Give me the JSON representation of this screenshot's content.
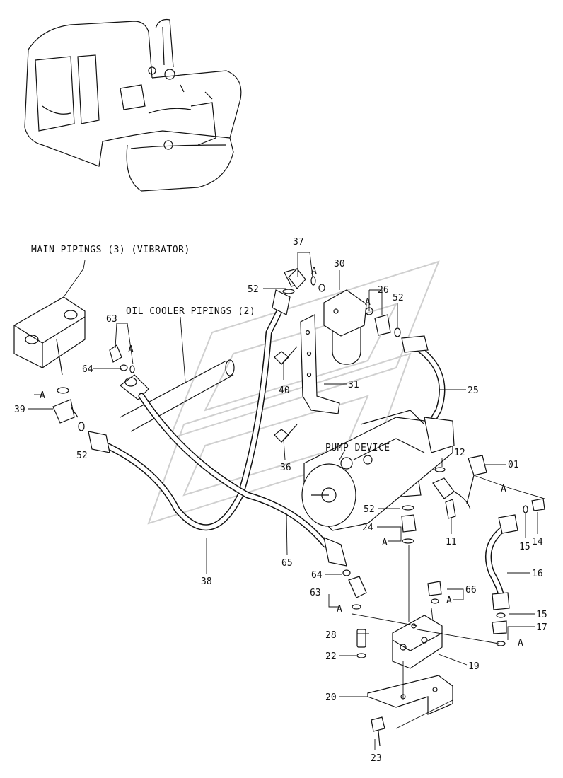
{
  "callouts": {
    "main_pipings": "MAIN PIPINGS (3) (VIBRATOR)",
    "oil_cooler_pipings": "OIL COOLER PIPINGS (2)",
    "pump_device": "PUMP DEVICE"
  },
  "part_numbers": {
    "p01": "01",
    "p11": "11",
    "p12": "12",
    "p14": "14",
    "p15a": "15",
    "p15b": "15",
    "p16": "16",
    "p17": "17",
    "p19": "19",
    "p20": "20",
    "p22": "22",
    "p23": "23",
    "p24": "24",
    "p25": "25",
    "p26": "26",
    "p28": "28",
    "p30": "30",
    "p31": "31",
    "p36": "36",
    "p37": "37",
    "p38": "38",
    "p39": "39",
    "p40": "40",
    "p52a": "52",
    "p52b": "52",
    "p52c": "52",
    "p52d": "52",
    "p63a": "63",
    "p63b": "63",
    "p64a": "64",
    "p64b": "64",
    "p65": "65",
    "p66": "66"
  },
  "connection_marks": {
    "a1": "A",
    "a2": "A",
    "a3": "A",
    "a4": "A",
    "a5": "A",
    "a6": "A",
    "a7": "A",
    "a8": "A",
    "a9": "A"
  }
}
